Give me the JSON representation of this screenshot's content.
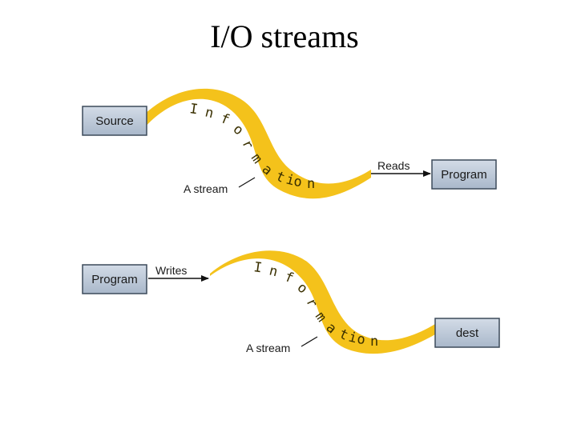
{
  "title": "I/O streams",
  "colors": {
    "stream": "#f4c21b",
    "box_fill": "#b9c6d6",
    "box_border": "#3c4a5a"
  },
  "top_diagram": {
    "source_box": "Source",
    "program_box": "Program",
    "arrow_label": "Reads",
    "stream_label": "A stream",
    "stream_text": "Information"
  },
  "bottom_diagram": {
    "program_box": "Program",
    "dest_box": "dest",
    "arrow_label": "Writes",
    "stream_label": "A stream",
    "stream_text": "Information"
  }
}
